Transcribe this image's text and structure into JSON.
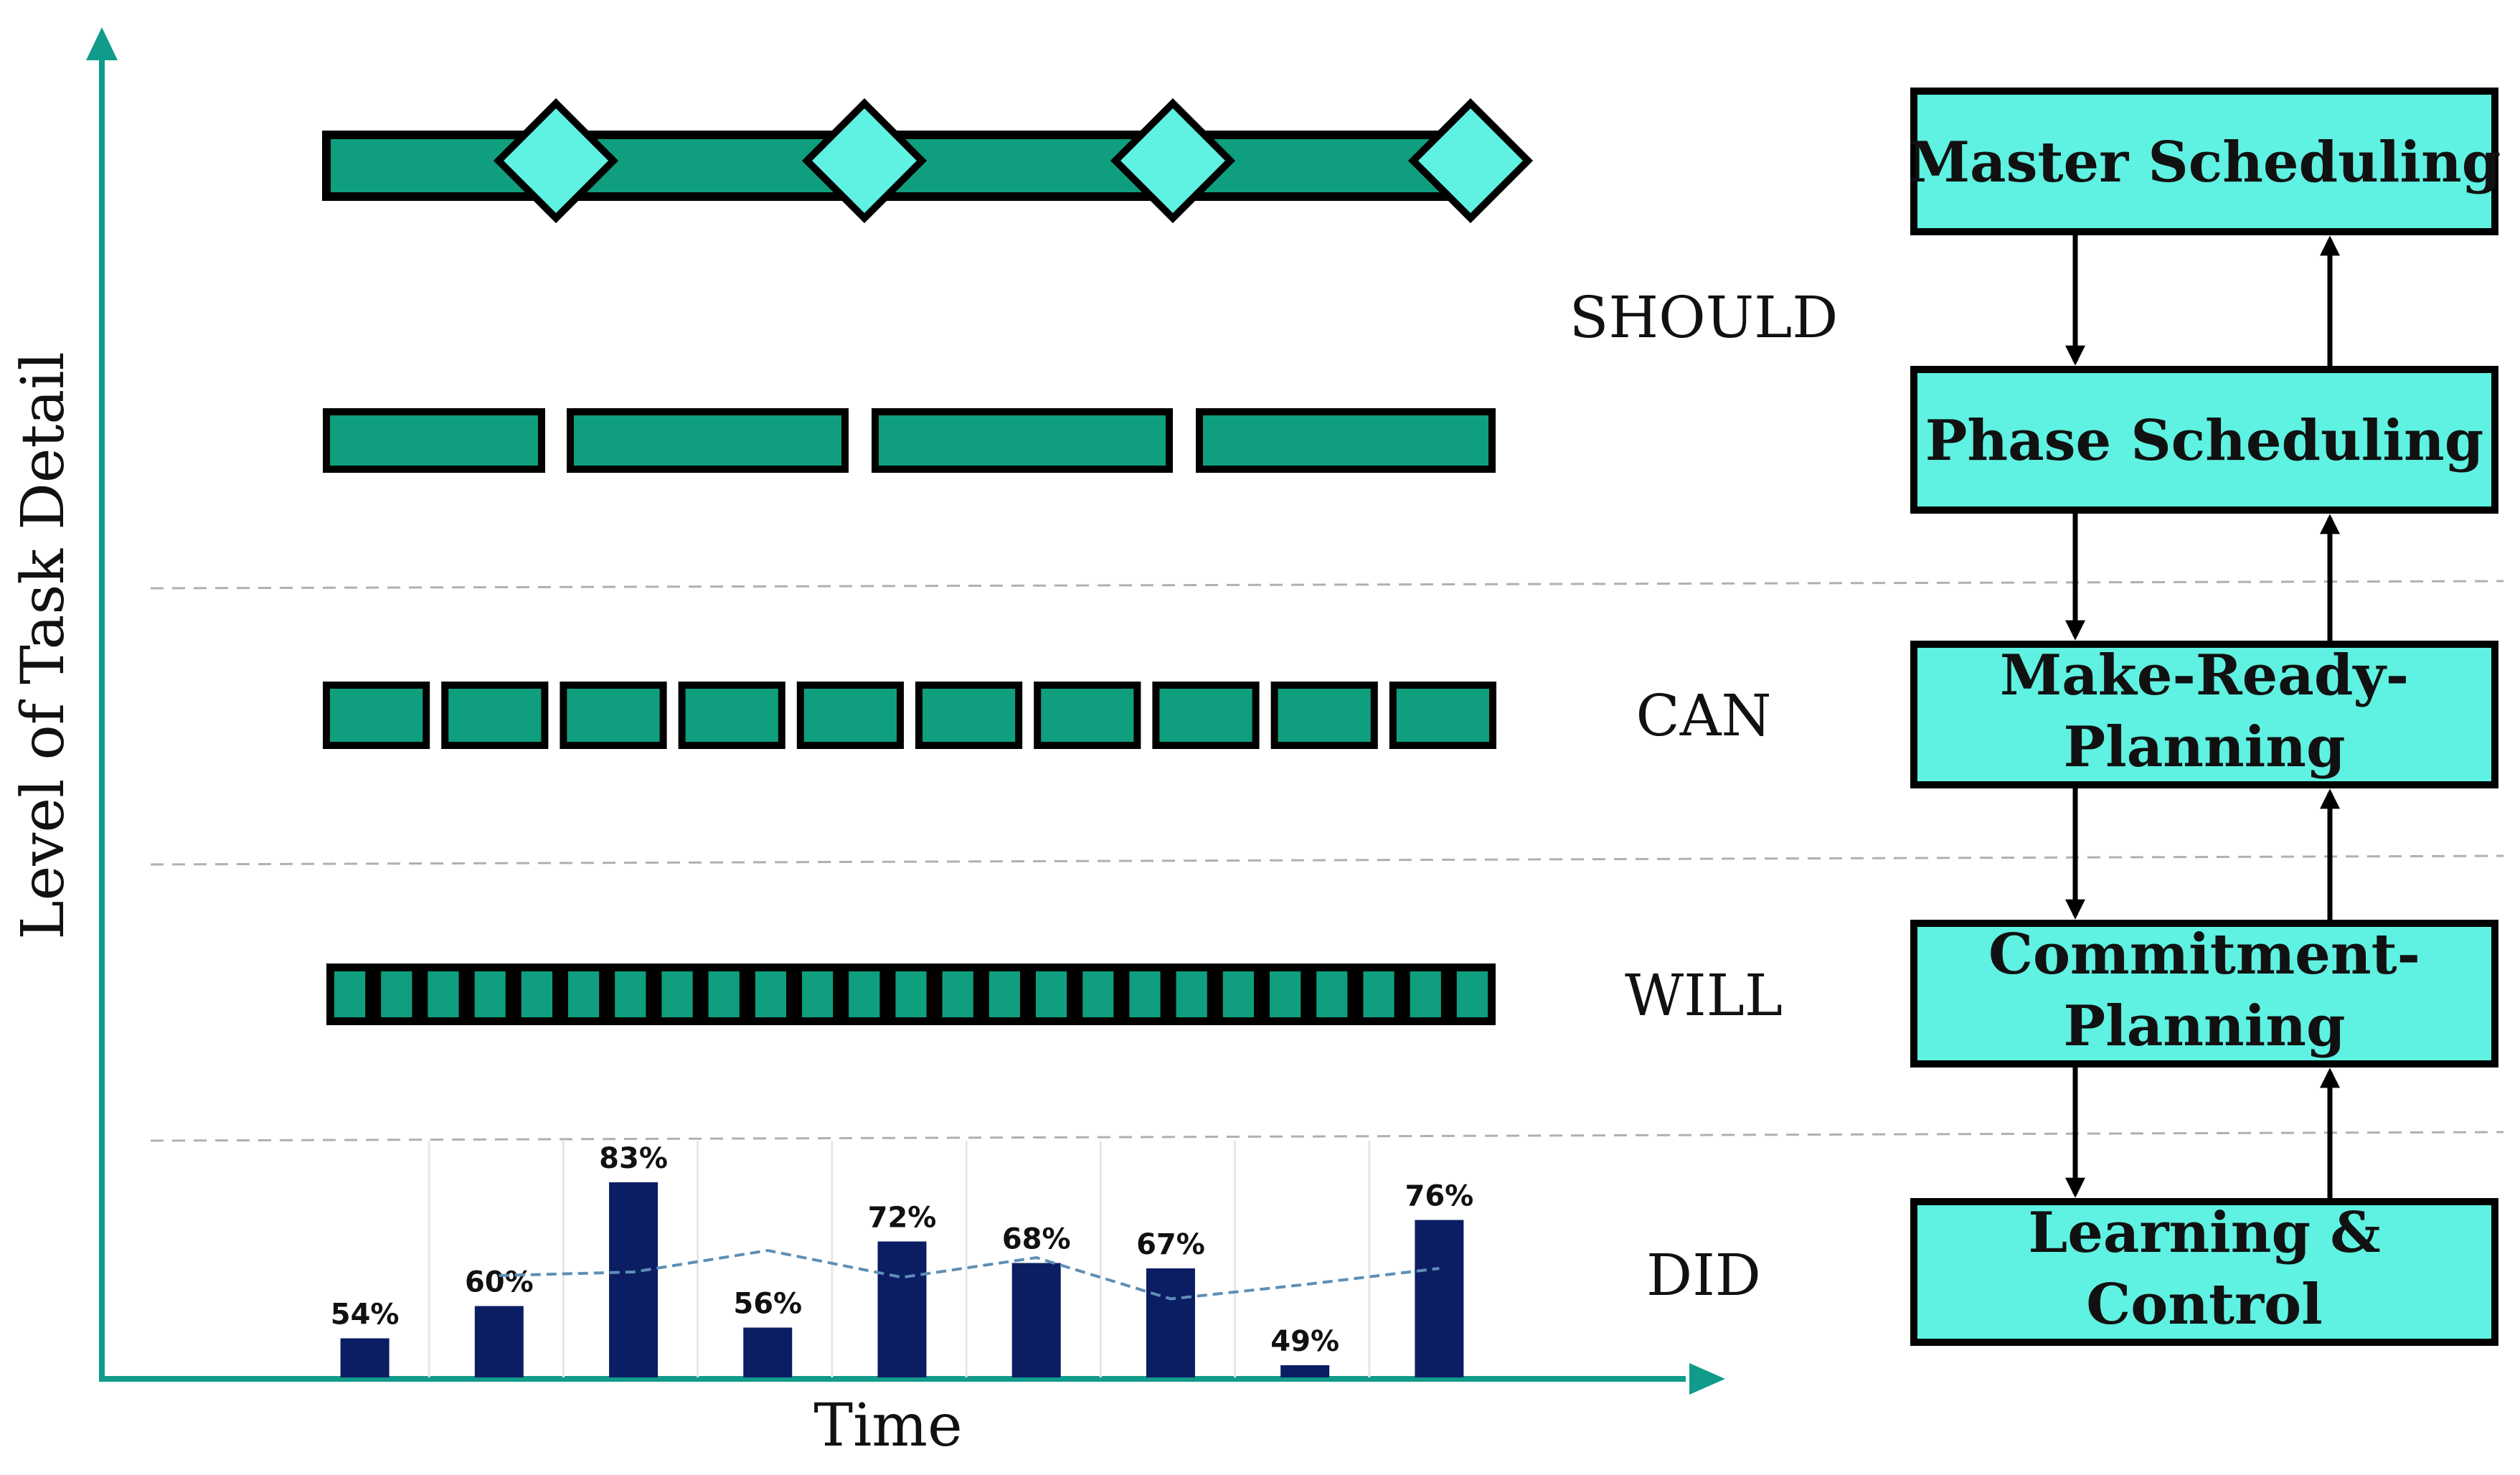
{
  "axes": {
    "y_label": "Level of Task Detail",
    "x_label": "Time",
    "color": "#119b8a"
  },
  "levels": [
    {
      "key": "should",
      "label": "SHOULD"
    },
    {
      "key": "can",
      "label": "CAN"
    },
    {
      "key": "will",
      "label": "WILL"
    },
    {
      "key": "did",
      "label": "DID"
    }
  ],
  "task_rows": {
    "master_milestones": 4,
    "phase_segments": 4,
    "make_ready_segments": 10,
    "weekly_segments": 25
  },
  "process_boxes": [
    {
      "key": "master",
      "lines": [
        "Master Scheduling"
      ]
    },
    {
      "key": "phase",
      "lines": [
        "Phase Scheduling"
      ]
    },
    {
      "key": "make_ready",
      "lines": [
        "Make-Ready-",
        "Planning"
      ]
    },
    {
      "key": "commitment",
      "lines": [
        "Commitment-",
        "Planning"
      ]
    },
    {
      "key": "learning",
      "lines": [
        "Learning &",
        "Control"
      ]
    }
  ],
  "chart_data": {
    "type": "bar",
    "values": [
      54,
      60,
      83,
      56,
      72,
      68,
      67,
      49,
      76
    ],
    "labels": [
      "54%",
      "60%",
      "83%",
      "56%",
      "72%",
      "68%",
      "67%",
      "49%",
      "76%"
    ],
    "trend_line": true
  },
  "colors": {
    "task_fill": "#0f9e7e",
    "milestone_fill": "#5ff1e1",
    "box_fill": "#5ff1e1",
    "bar_fill": "#0b1e63",
    "trend": "#5e8fb5",
    "grid": "#e6e6e6",
    "divider": "#b0b0b0",
    "outline": "#000000"
  }
}
